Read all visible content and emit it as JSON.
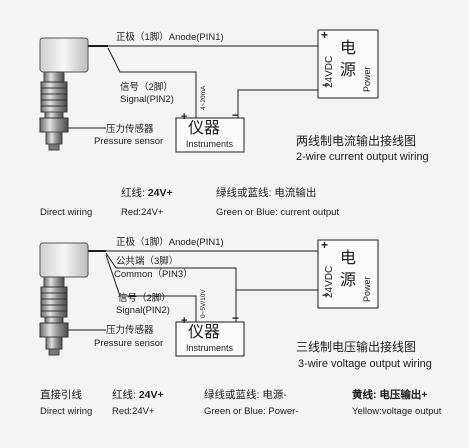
{
  "diagram_2wire": {
    "anode_label": "正极（1脚）Anode(PIN1)",
    "signal_label_cn": "信号（2脚）",
    "signal_label_en": "Signal(PIN2)",
    "sensor_label_cn": "压力传感器",
    "sensor_label_en": "Pressure sensor",
    "current_range": "4~20mA",
    "instrument_cn": "仪器",
    "instrument_en": "Instruments",
    "supply_voltage": "24VDC",
    "power_cn_1": "电",
    "power_cn_2": "源",
    "power_en": "Power",
    "plus": "+",
    "minus": "−",
    "title_cn": "两线制电流输出接线图",
    "title_en": "2-wire current output wiring"
  },
  "legend_2wire": {
    "red_cn": "红线:",
    "red_value": "24V+",
    "green_cn": "绿线或蓝线: 电流输出",
    "direct_wiring": "Direct wiring",
    "red_en": "Red:24V+",
    "green_en": "Green or Blue: current output"
  },
  "diagram_3wire": {
    "anode_label": "正极（1脚）Anode(PIN1)",
    "common_label_cn": "公共端（3脚）",
    "common_label_en": "Common（PIN3）",
    "signal_label_cn": "信号（2脚）",
    "signal_label_en": "Signal(PIN2)",
    "sensor_label_cn": "压力传感器",
    "sensor_label_en": "Pressure sensor",
    "voltage_range": "0~5V/10V",
    "instrument_cn": "仪器",
    "instrument_en": "Instruments",
    "supply_voltage": "24VDC",
    "power_cn_1": "电",
    "power_cn_2": "源",
    "power_en": "Power",
    "plus": "+",
    "minus": "−",
    "title_cn": "三线制电压输出接线图",
    "title_en": "3-wire voltage output wiring"
  },
  "legend_3wire": {
    "direct_cn": "直接引线",
    "red_cn": "红线:",
    "red_value": "24V+",
    "green_cn": "绿线或蓝线: 电源-",
    "yellow_cn": "黄线: 电压输出+",
    "direct_wiring": "Direct wiring",
    "red_en": "Red:24V+",
    "green_en": "Green or Blue: Power-",
    "yellow_en": "Yellow:voltage output"
  }
}
